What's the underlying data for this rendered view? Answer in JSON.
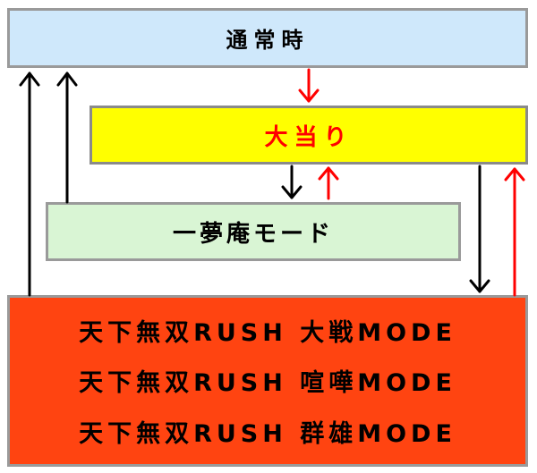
{
  "boxes": {
    "normal": "通常時",
    "jackpot": "大当り",
    "mode": "一夢庵モード",
    "rush_lines": [
      "天下無双RUSH 大戦MODE",
      "天下無双RUSH 喧嘩MODE",
      "天下無双RUSH 群雄MODE"
    ]
  },
  "colors": {
    "normal_bg": "#cfe8fb",
    "jackpot_bg": "#ffff00",
    "jackpot_text": "#ff0000",
    "mode_bg": "#d9f5d4",
    "rush_bg": "#ff4411",
    "arrow_black": "#000000",
    "arrow_red": "#ff0000"
  }
}
